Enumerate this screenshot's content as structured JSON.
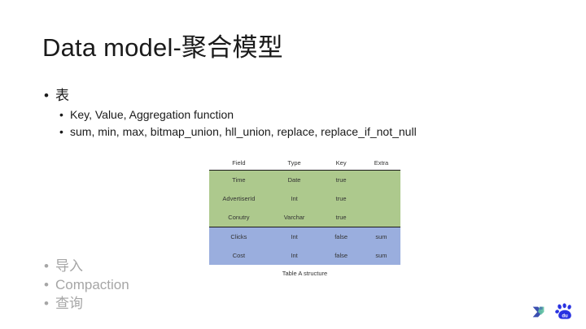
{
  "slide": {
    "title": "Data model-聚合模型",
    "bullets": [
      {
        "level": 1,
        "text": "表"
      },
      {
        "level": 2,
        "text": "Key, Value, Aggregation function"
      },
      {
        "level": 2,
        "text": "sum, min, max, bitmap_union, hll_union, replace, replace_if_not_null"
      }
    ],
    "bullets_muted": [
      {
        "text": "导入"
      },
      {
        "text": "Compaction"
      },
      {
        "text": "查询"
      }
    ],
    "bullet_marker": "•"
  },
  "figure": {
    "caption": "Table A structure",
    "headers": [
      "Field",
      "Type",
      "Key",
      "Extra"
    ],
    "rows": [
      {
        "group": "key",
        "cells": [
          "Time",
          "Date",
          "true",
          ""
        ]
      },
      {
        "group": "key",
        "cells": [
          "AdvertiserId",
          "Int",
          "true",
          ""
        ]
      },
      {
        "group": "key",
        "cells": [
          "Conutry",
          "Varchar",
          "true",
          ""
        ]
      },
      {
        "group": "value",
        "cells": [
          "Clicks",
          "Int",
          "false",
          "sum"
        ]
      },
      {
        "group": "value",
        "cells": [
          "Cost",
          "Int",
          "false",
          "sum"
        ]
      }
    ],
    "colors": {
      "key_row_fill": "#adc98d",
      "value_row_fill": "#9aaede",
      "rule": "#1a1a1a",
      "text": "#333333"
    }
  },
  "branding": {
    "doris_logo_name": "apache-doris-logo",
    "baidu_logo_name": "baidu-logo",
    "baidu_wordmark": "du",
    "colors": {
      "doris_blue": "#3b4fb0",
      "doris_teal": "#63c3a4",
      "baidu_blue": "#2932e1"
    }
  },
  "theme": {
    "background": "#ffffff",
    "title_color": "#1a1a1a",
    "body_color": "#1a1a1a",
    "muted_color": "#a6a6a6"
  }
}
